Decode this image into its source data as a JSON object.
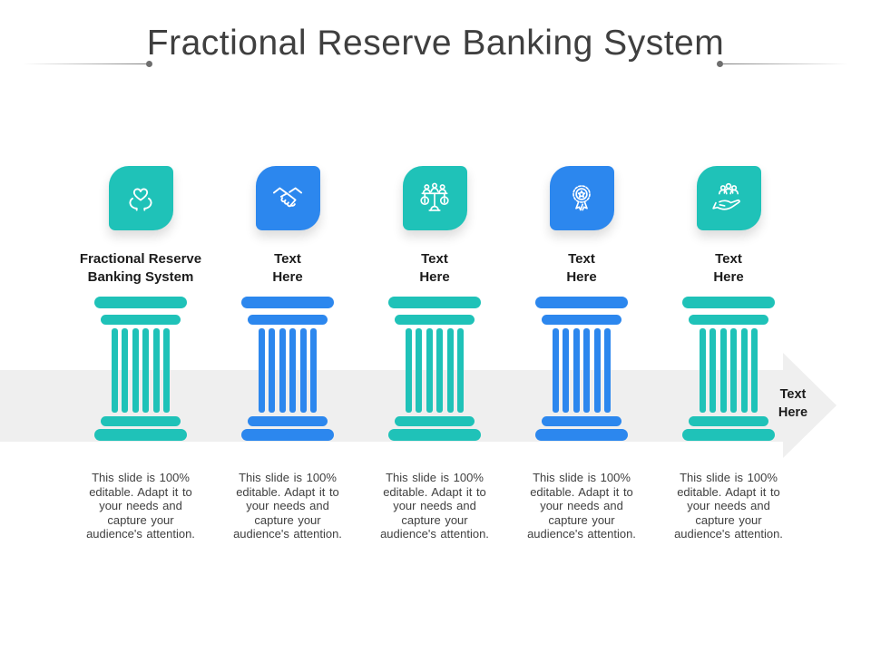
{
  "title": "Fractional Reserve Banking System",
  "arrow": {
    "label_lines": [
      "Text",
      "Here"
    ]
  },
  "colors": {
    "teal": "#1FC2B8",
    "blue": "#2C87EE",
    "band": "#EFEFEF",
    "title": "#3F3F3F",
    "label": "#1C1C1C",
    "body": "#404040"
  },
  "columns": [
    {
      "icon": "hands-holding-heart",
      "color": "teal",
      "label_lines": [
        "Fractional Reserve",
        "Banking System"
      ],
      "body": "This slide is 100% editable. Adapt it to your needs and capture your audience's attention."
    },
    {
      "icon": "handshake",
      "color": "blue",
      "label_lines": [
        "Text",
        "Here"
      ],
      "body": "This slide is 100% editable. Adapt it to your needs and capture your audience's attention."
    },
    {
      "icon": "people-balance-scale",
      "color": "teal",
      "label_lines": [
        "Text",
        "Here"
      ],
      "body": "This slide is 100% editable. Adapt it to your needs and capture your audience's attention."
    },
    {
      "icon": "award-ribbon",
      "color": "blue",
      "label_lines": [
        "Text",
        "Here"
      ],
      "body": "This slide is 100% editable. Adapt it to your needs and capture your audience's attention."
    },
    {
      "icon": "team-on-hand",
      "color": "teal",
      "label_lines": [
        "Text",
        "Here"
      ],
      "body": "This slide is 100% editable. Adapt it to your needs and capture your audience's attention."
    }
  ]
}
